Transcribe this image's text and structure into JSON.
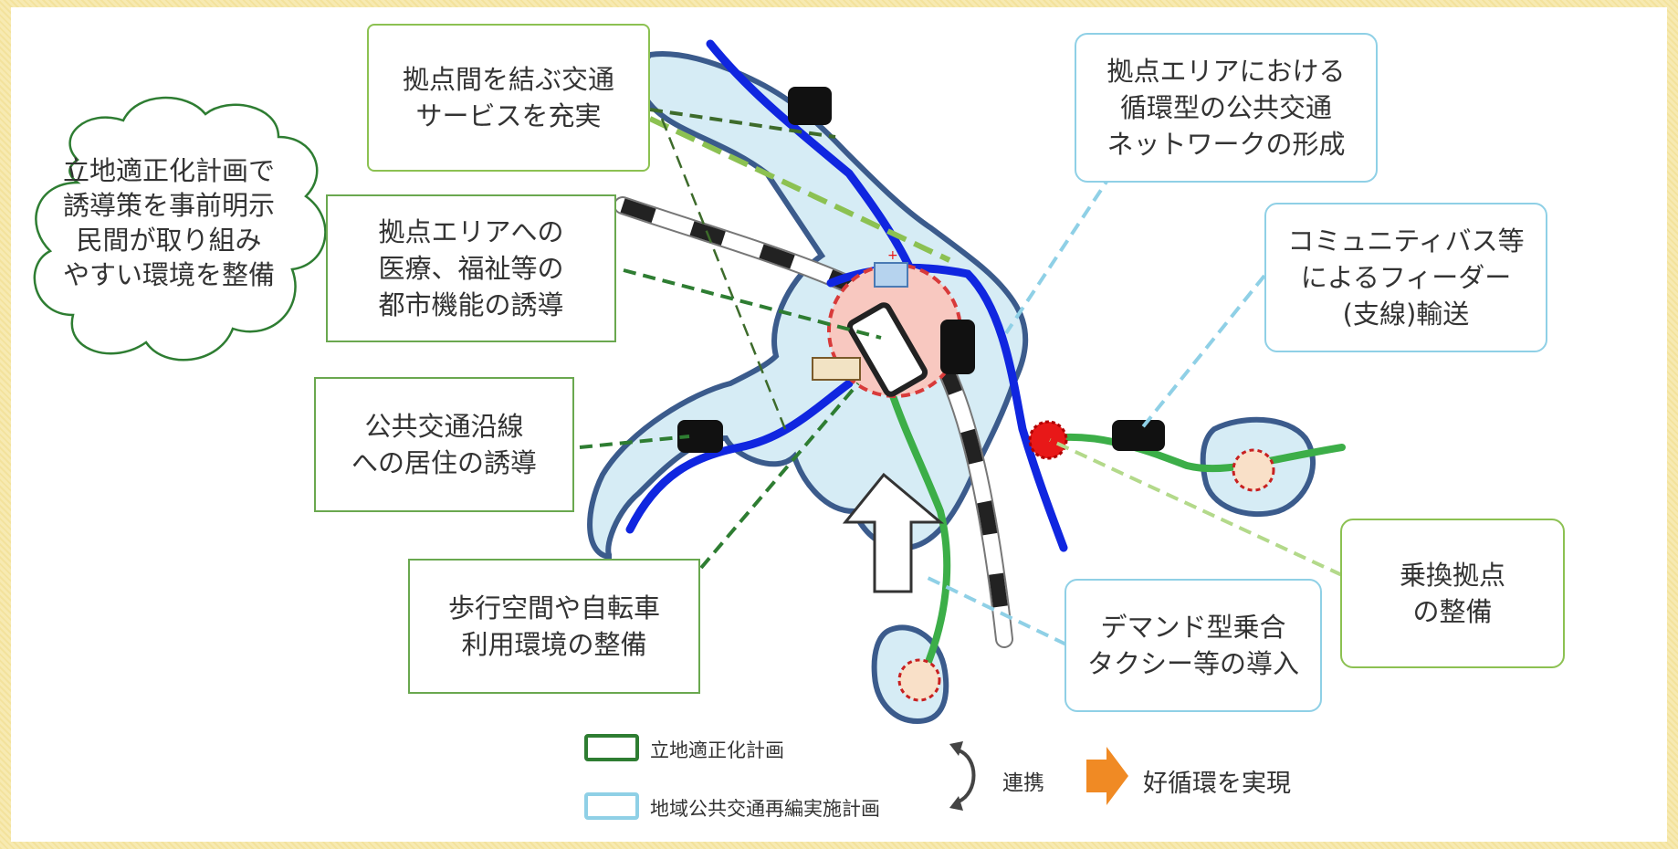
{
  "callouts": {
    "cloud": "立地適正化計画で\n誘導策を事前明示\n民間が取り組み\nやすい環境を整備",
    "connect_services": "拠点間を結ぶ交通\nサービスを充実",
    "induce_functions": "拠点エリアへの\n医療、福祉等の\n都市機能の誘導",
    "residence": "公共交通沿線\nへの居住の誘導",
    "walking": "歩行空間や自転車\n利用環境の整備",
    "circular_network": "拠点エリアにおける\n循環型の公共交通\nネットワークの形成",
    "community_bus": "コミュニティバス等\nによるフィーダー\n(支線)輸送",
    "transfer_hub": "乗換拠点\nの整備",
    "demand_taxi": "デマンド型乗合\nタクシー等の導入"
  },
  "legend": {
    "location_plan": "立地適正化計画",
    "transit_plan": "地域公共交通再編実施計画",
    "cooperation": "連携",
    "result": "好循環を実現"
  },
  "colors": {
    "location_plan_green": "#2e7d32",
    "transit_plan_blue": "#8fd0e6",
    "area_fill": "#d6ecf5",
    "area_border": "#3b5b8c",
    "bus_line": "#1026e0",
    "feeder_line": "#3cae48",
    "hub_red": "#e81818",
    "arrow_orange": "#f08a24"
  }
}
